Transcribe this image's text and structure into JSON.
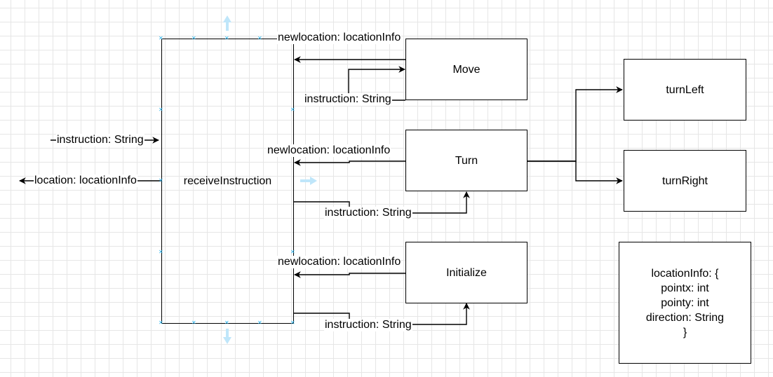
{
  "diagram": {
    "nodes": {
      "receive": "receiveInstruction",
      "move": "Move",
      "turn": "Turn",
      "initialize": "Initialize",
      "turn_left": "turnLeft",
      "turn_right": "turnRight"
    },
    "location_info": {
      "lines": [
        "locationInfo: {",
        "pointx: int",
        "pointy: int",
        "direction: String",
        "}"
      ]
    },
    "edge_labels": {
      "instruction_in": "instruction: String",
      "location_out": "location: locationInfo",
      "move_newlocation": "newlocation: locationInfo",
      "move_instruction": "instruction: String",
      "turn_newlocation": "newlocation: locationInfo",
      "turn_instruction": "instruction: String",
      "init_newlocation": "newlocation: locationInfo",
      "init_instruction": "instruction: String"
    },
    "colors": {
      "line": "#000000",
      "grid": "#e6e6e6",
      "selection_handle": "#29b6f2"
    }
  }
}
